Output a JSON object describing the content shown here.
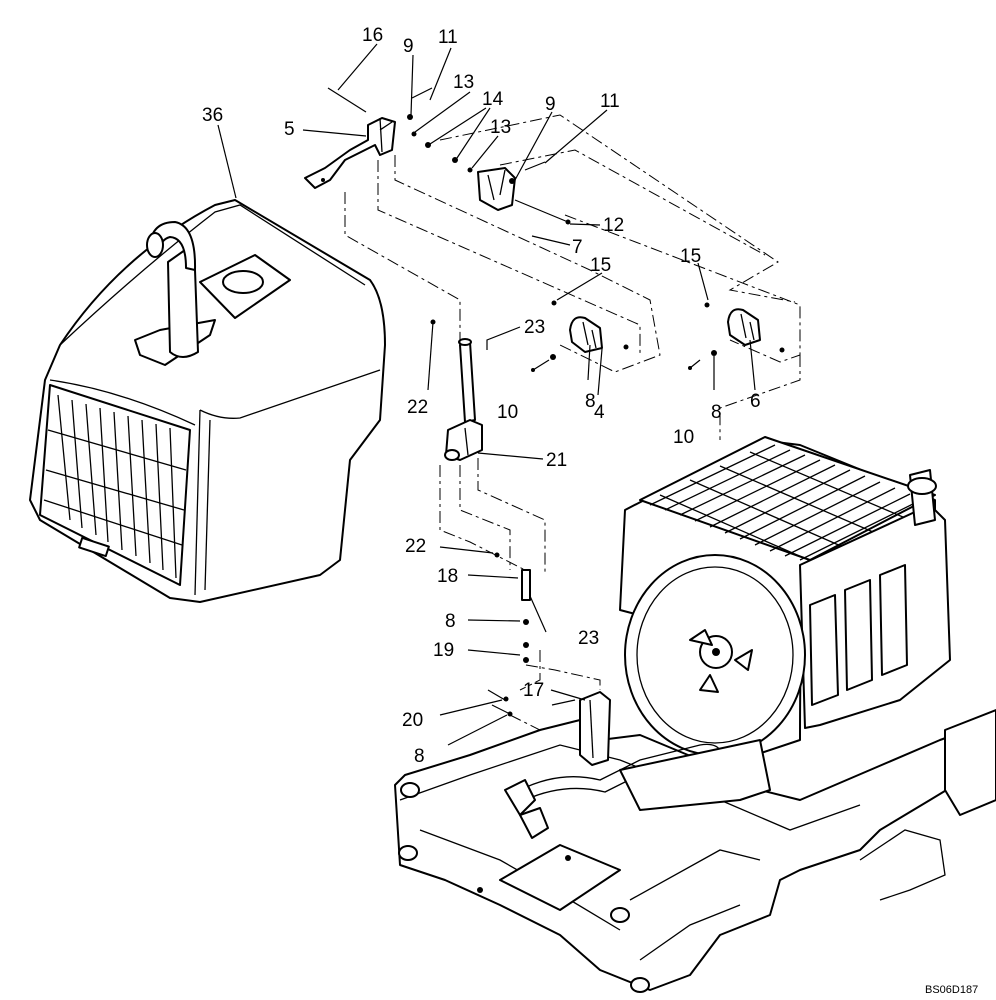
{
  "callouts": [
    {
      "id": "c36",
      "text": "36"
    },
    {
      "id": "c16",
      "text": "16"
    },
    {
      "id": "c9a",
      "text": "9"
    },
    {
      "id": "c11a",
      "text": "11"
    },
    {
      "id": "c13a",
      "text": "13"
    },
    {
      "id": "c14",
      "text": "14"
    },
    {
      "id": "c9b",
      "text": "9"
    },
    {
      "id": "c11b",
      "text": "11"
    },
    {
      "id": "c5",
      "text": "5"
    },
    {
      "id": "c13b",
      "text": "13"
    },
    {
      "id": "c12",
      "text": "12"
    },
    {
      "id": "c7",
      "text": "7"
    },
    {
      "id": "c15a",
      "text": "15"
    },
    {
      "id": "c15b",
      "text": "15"
    },
    {
      "id": "c23a",
      "text": "23"
    },
    {
      "id": "c22a",
      "text": "22"
    },
    {
      "id": "c10a",
      "text": "10"
    },
    {
      "id": "c8a",
      "text": "8"
    },
    {
      "id": "c4",
      "text": "4"
    },
    {
      "id": "c10b",
      "text": "10"
    },
    {
      "id": "c8b",
      "text": "8"
    },
    {
      "id": "c6",
      "text": "6"
    },
    {
      "id": "c21",
      "text": "21"
    },
    {
      "id": "c22b",
      "text": "22"
    },
    {
      "id": "c18",
      "text": "18"
    },
    {
      "id": "c8c",
      "text": "8"
    },
    {
      "id": "c23b",
      "text": "23"
    },
    {
      "id": "c19",
      "text": "19"
    },
    {
      "id": "c17",
      "text": "17"
    },
    {
      "id": "c20",
      "text": "20"
    },
    {
      "id": "c8d",
      "text": "8"
    }
  ],
  "figure_ref": "BS06D187"
}
